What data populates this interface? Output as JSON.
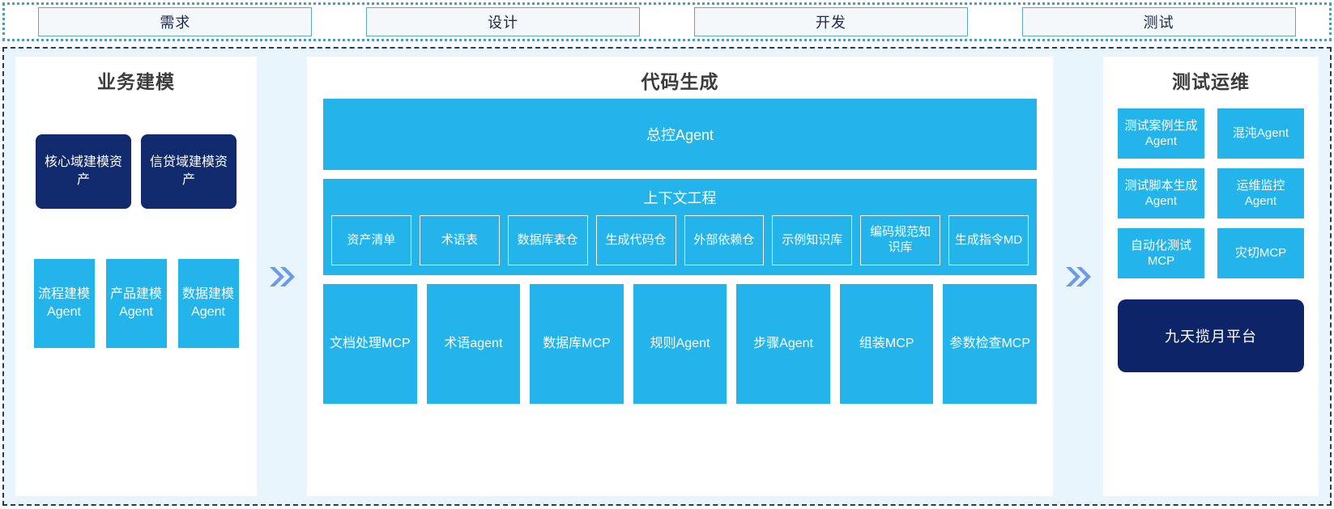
{
  "phases": [
    {
      "label": "需求"
    },
    {
      "label": "设计"
    },
    {
      "label": "开发"
    },
    {
      "label": "测试"
    }
  ],
  "arrows": {
    "glyph": "chevron-double-right",
    "color": "#6c9ae8"
  },
  "colors": {
    "cyan": "#22b4ea",
    "navy": "#112a6e",
    "panel_bg": "#ffffff",
    "area_bg": "#e9f5fd",
    "phase_border": "#29a8d8",
    "area_border": "#2b3a5c"
  },
  "left_panel": {
    "title": "业务建模",
    "assets": [
      {
        "label": "核心域建模资产"
      },
      {
        "label": "信贷域建模资产"
      }
    ],
    "agents": [
      {
        "label": "流程建模Agent"
      },
      {
        "label": "产品建模Agent"
      },
      {
        "label": "数据建模Agent"
      }
    ]
  },
  "center_panel": {
    "title": "代码生成",
    "master_agent": "总控Agent",
    "context": {
      "title": "上下文工程",
      "items": [
        {
          "label": "资产清单"
        },
        {
          "label": "术语表"
        },
        {
          "label": "数据库表仓"
        },
        {
          "label": "生成代码仓"
        },
        {
          "label": "外部依赖仓"
        },
        {
          "label": "示例知识库"
        },
        {
          "label": "编码规范知识库"
        },
        {
          "label": "生成指令MD"
        }
      ]
    },
    "tools": [
      {
        "label": "文档处理MCP"
      },
      {
        "label": "术语agent"
      },
      {
        "label": "数据库MCP"
      },
      {
        "label": "规则Agent"
      },
      {
        "label": "步骤Agent"
      },
      {
        "label": "组装MCP"
      },
      {
        "label": "参数检查MCP"
      }
    ]
  },
  "right_panel": {
    "title": "测试运维",
    "cards": [
      {
        "label": "测试案例生成Agent"
      },
      {
        "label": "混沌Agent"
      },
      {
        "label": "测试脚本生成Agent"
      },
      {
        "label": "运维监控Agent"
      },
      {
        "label": "自动化测试MCP"
      },
      {
        "label": "灾切MCP"
      }
    ],
    "platform": "九天揽月平台"
  }
}
